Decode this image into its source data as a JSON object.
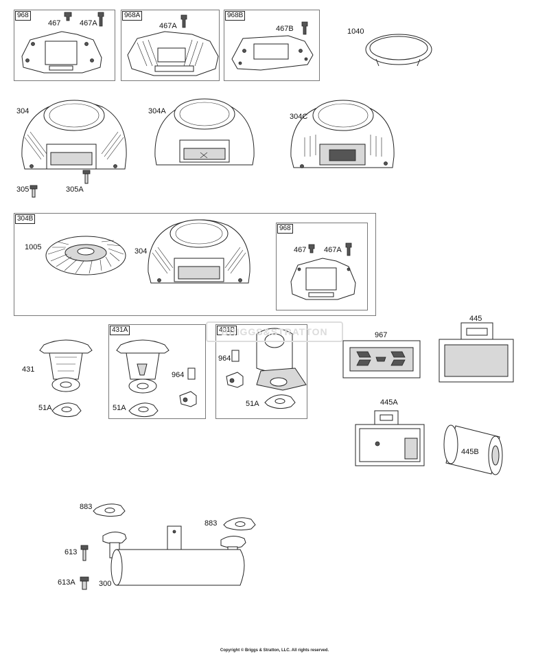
{
  "group_tags": {
    "t968": "968",
    "t968a": "968A",
    "t968b": "968B",
    "t304b": "304B",
    "t968_inner": "968",
    "t431a": "431A",
    "t431b": "431B"
  },
  "part_labels": {
    "p467": "467",
    "p467a": "467A",
    "p467a_2": "467A",
    "p467b": "467B",
    "p1040": "1040",
    "p304": "304",
    "p304a": "304A",
    "p304c": "304C",
    "p305": "305",
    "p305a": "305A",
    "p1005": "1005",
    "p304_2": "304",
    "p467_2": "467",
    "p467a_3": "467A",
    "p445": "445",
    "p967": "967",
    "p431": "431",
    "p51a": "51A",
    "p51a_2": "51A",
    "p964": "964",
    "p964_2": "964",
    "p51a_3": "51A",
    "p445a": "445A",
    "p445b": "445B",
    "p883": "883",
    "p883_2": "883",
    "p613": "613",
    "p613a": "613A",
    "p300": "300"
  },
  "watermark": "BRIGGS&STRATTON",
  "copyright": "Copyright © Briggs & Stratton, LLC. All rights reserved."
}
